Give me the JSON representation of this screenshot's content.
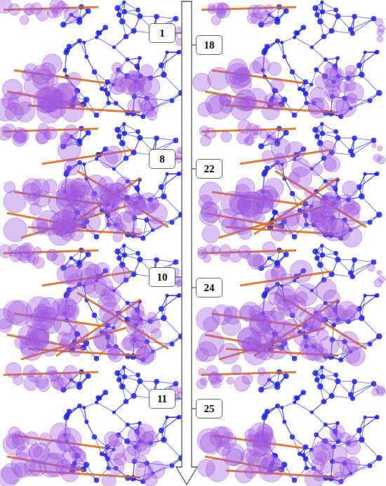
{
  "diagram": {
    "nodes": [
      {
        "text": [
          "1"
        ]
      },
      {
        "text": [
          "18"
        ]
      },
      {
        "text": [
          "8"
        ]
      },
      {
        "text": [
          "22"
        ]
      },
      {
        "text": [
          "10"
        ]
      },
      {
        "text": [
          "24"
        ]
      },
      {
        "text": [
          "11"
        ]
      },
      {
        "text": [
          "25"
        ]
      }
    ]
  }
}
